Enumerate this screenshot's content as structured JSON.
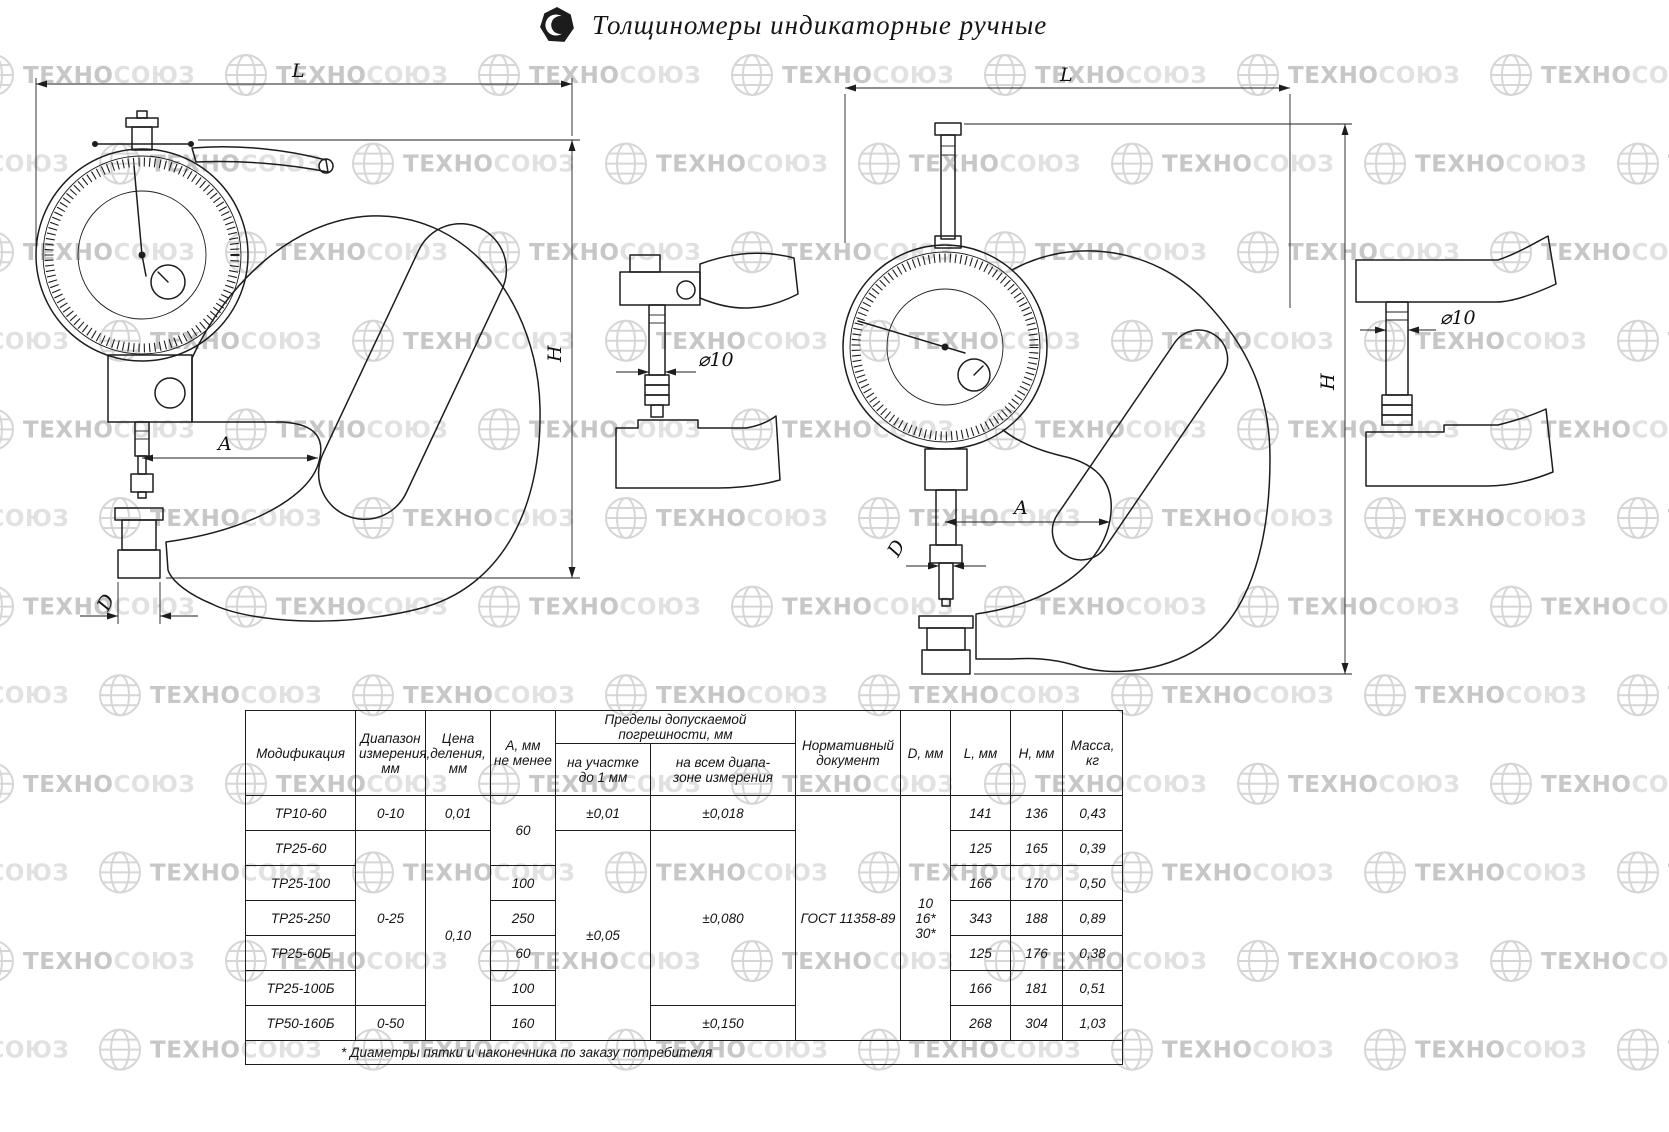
{
  "page": {
    "title": "Толщиномеры индикаторные ручные",
    "watermark_part1": "ТЕХНО",
    "watermark_part2": "СОЮЗ"
  },
  "drawings": {
    "left": {
      "dim_l": "L",
      "dim_h": "H",
      "dim_a": "A",
      "dim_d": "D"
    },
    "middle": {
      "dim_d10": "⌀10"
    },
    "right": {
      "dim_l": "L",
      "dim_h": "H",
      "dim_a": "A",
      "dim_d": "D"
    },
    "side": {
      "dim_d10": "⌀10"
    }
  },
  "table": {
    "headers": {
      "modification": "Модификация",
      "range": "Диапазон\nизмерения,\nмм",
      "division": "Цена\nделения,\nмм",
      "a_min": "А, мм\nне менее",
      "error_group": "Пределы допускаемой погрешности, мм",
      "error_upto1": "на участке\nдо 1 мм",
      "error_full": "на всем диапа-\nзоне измерения",
      "document": "Нормативный\nдокумент",
      "d": "D, мм",
      "l": "L, мм",
      "h": "Н, мм",
      "mass": "Масса,\nкг"
    },
    "merged": {
      "range_tp10": "0-10",
      "range_tp25": "0-25",
      "range_tp50": "0-50",
      "division_001": "0,01",
      "division_010": "0,10",
      "a_60_first": "60",
      "a_100_first": "100",
      "a_250": "250",
      "a_60_second": "60",
      "a_100_second": "100",
      "a_160": "160",
      "err1_001": "±0,01",
      "err1_005": "±0,05",
      "err2_0018": "±0,018",
      "err2_0080": "±0,080",
      "err2_0150": "±0,150",
      "document_value": "ГОСТ 11358-89",
      "d_value": "10\n16*\n30*"
    },
    "rows": [
      {
        "mod": "ТР10-60",
        "l": "141",
        "h": "136",
        "mass": "0,43"
      },
      {
        "mod": "ТР25-60",
        "l": "125",
        "h": "165",
        "mass": "0,39"
      },
      {
        "mod": "ТР25-100",
        "l": "166",
        "h": "170",
        "mass": "0,50"
      },
      {
        "mod": "ТР25-250",
        "l": "343",
        "h": "188",
        "mass": "0,89"
      },
      {
        "mod": "ТР25-60Б",
        "l": "125",
        "h": "176",
        "mass": "0,38"
      },
      {
        "mod": "ТР25-100Б",
        "l": "166",
        "h": "181",
        "mass": "0,51"
      },
      {
        "mod": "ТР50-160Б",
        "l": "268",
        "h": "304",
        "mass": "1,03"
      }
    ],
    "footnote": "* Диаметры пятки и наконечника по заказу потребителя"
  }
}
